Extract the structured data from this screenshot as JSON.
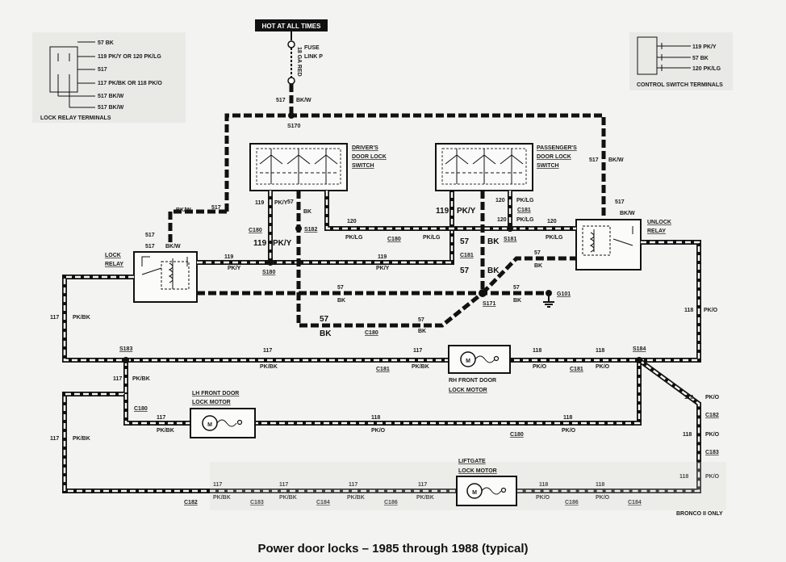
{
  "caption": "Power door locks – 1985 through 1988 (typical)",
  "power": {
    "label": "HOT AT ALL TIMES",
    "fuse": "FUSE",
    "fuse2": "LINK P",
    "feed": "18 GA RED",
    "wire": "517",
    "color": "BK/W",
    "splice": "S170"
  },
  "lock_relay_terminals": {
    "title": "LOCK RELAY TERMINALS",
    "pins": [
      "57 BK",
      "119 PK/Y OR 120 PK/LG",
      "517",
      "117 PK/BK OR 118 PK/O",
      "517 BK/W",
      "517 BK/W"
    ]
  },
  "control_switch_terminals": {
    "title": "CONTROL SWITCH TERMINALS",
    "pins": [
      "119 PK/Y",
      "57 BK",
      "120 PK/LG"
    ]
  },
  "driver_switch": {
    "l1": "DRIVER'S",
    "l2": "DOOR LOCK",
    "l3": "SWITCH"
  },
  "passenger_switch": {
    "l1": "PASSENGER'S",
    "l2": "DOOR LOCK",
    "l3": "SWITCH"
  },
  "lock_relay": {
    "l1": "LOCK",
    "l2": "RELAY"
  },
  "unlock_relay": {
    "l1": "UNLOCK",
    "l2": "RELAY"
  },
  "rh_motor": {
    "l1": "RH FRONT DOOR",
    "l2": "LOCK MOTOR"
  },
  "lh_motor": {
    "l1": "LH FRONT DOOR",
    "l2": "LOCK MOTOR"
  },
  "liftgate_motor": {
    "l1": "LIFTGATE",
    "l2": "LOCK MOTOR"
  },
  "motor_symbol": "M",
  "note": "BRONCO II ONLY",
  "labels": {
    "w517": "517",
    "bkw": "BK/W",
    "w119": "119",
    "pky": "PK/Y",
    "w120": "120",
    "pklg": "PK/LG",
    "w57": "57",
    "bk": "BK",
    "w117": "117",
    "pkbk": "PK/BK",
    "w118": "118",
    "pko": "PK/O",
    "s180": "S180",
    "s182": "S182",
    "s181": "S181",
    "s171": "S171",
    "s183": "S183",
    "s184": "S184",
    "g101": "G101",
    "c180": "C180",
    "c181": "C181",
    "c182": "C182",
    "c183": "C183",
    "c184": "C184",
    "c186": "C186"
  }
}
